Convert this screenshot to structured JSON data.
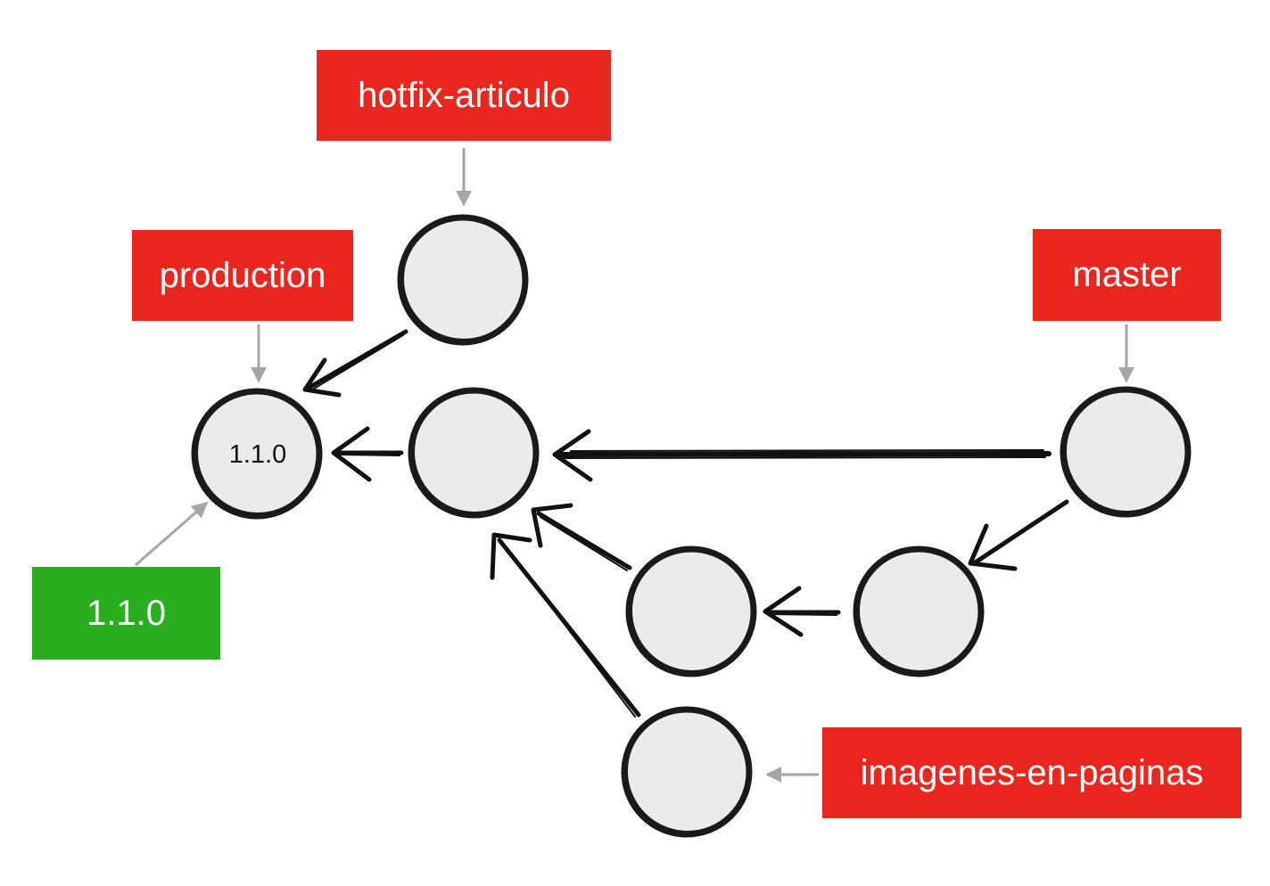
{
  "diagram": {
    "branches": {
      "hotfix": "hotfix-articulo",
      "production": "production",
      "master": "master",
      "imagenes": "imagenes-en-paginas"
    },
    "tag": "1.1.0",
    "commits": {
      "root": "1.1.0"
    },
    "colors": {
      "branch_label": "#e9271f",
      "tag_label": "#2aae1f",
      "node_fill": "#ebebeb",
      "node_stroke": "#1a1a1a",
      "pointer_arrow": "#a6a6a6"
    }
  }
}
